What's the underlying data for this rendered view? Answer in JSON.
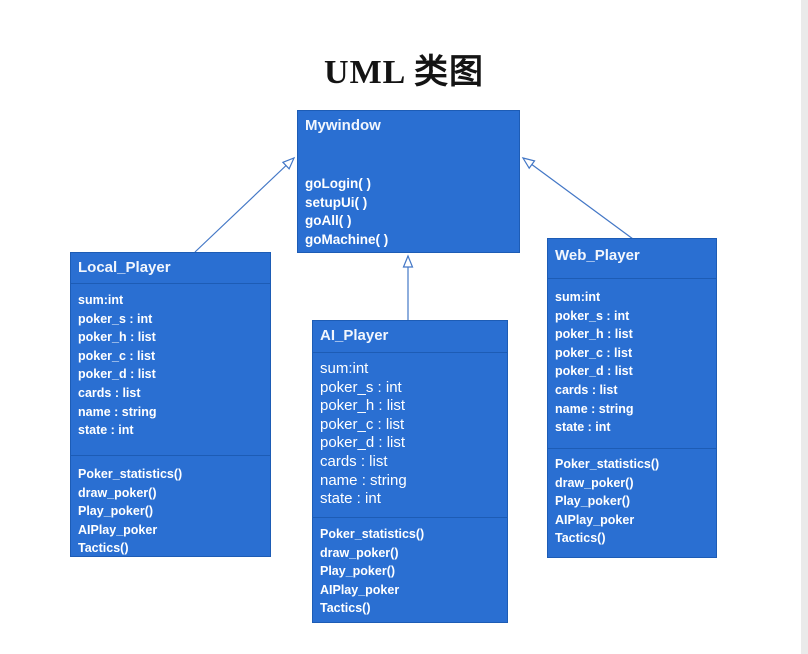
{
  "page_title": "UML 类图",
  "colors": {
    "box_fill": "#2a6fd2",
    "box_border": "#1d5cb5",
    "arrow": "#4377c6",
    "box_text": "#ffffff",
    "title_text": "#141414",
    "background": "#ffffff"
  },
  "classes": {
    "mywindow": {
      "name": "Mywindow",
      "attributes": [],
      "methods": [
        "goLogin( )",
        "setupUi( )",
        "goAll( )",
        "goMachine( )"
      ]
    },
    "local_player": {
      "name": "Local_Player",
      "attributes": [
        "sum:int",
        "poker_s : int",
        "poker_h : list",
        "poker_c : list",
        "poker_d : list",
        "cards : list",
        "name : string",
        "state : int"
      ],
      "methods": [
        "Poker_statistics()",
        "draw_poker()",
        "Play_poker()",
        "AIPlay_poker",
        "Tactics()"
      ]
    },
    "ai_player": {
      "name": "AI_Player",
      "attributes": [
        "sum:int",
        "poker_s : int",
        "poker_h : list",
        "poker_c : list",
        "poker_d : list",
        "cards : list",
        "name : string",
        "state : int"
      ],
      "methods": [
        "Poker_statistics()",
        "draw_poker()",
        "Play_poker()",
        "AIPlay_poker",
        "Tactics()"
      ]
    },
    "web_player": {
      "name": "Web_Player",
      "attributes": [
        "sum:int",
        "poker_s : int",
        "poker_h : list",
        "poker_c : list",
        "poker_d : list",
        "cards : list",
        "name : string",
        "state : int"
      ],
      "methods": [
        "Poker_statistics()",
        "draw_poker()",
        "Play_poker()",
        "AIPlay_poker",
        "Tactics()"
      ]
    }
  },
  "relations": [
    {
      "from": "Local_Player",
      "to": "Mywindow",
      "type": "generalization"
    },
    {
      "from": "AI_Player",
      "to": "Mywindow",
      "type": "generalization"
    },
    {
      "from": "Web_Player",
      "to": "Mywindow",
      "type": "generalization"
    }
  ]
}
